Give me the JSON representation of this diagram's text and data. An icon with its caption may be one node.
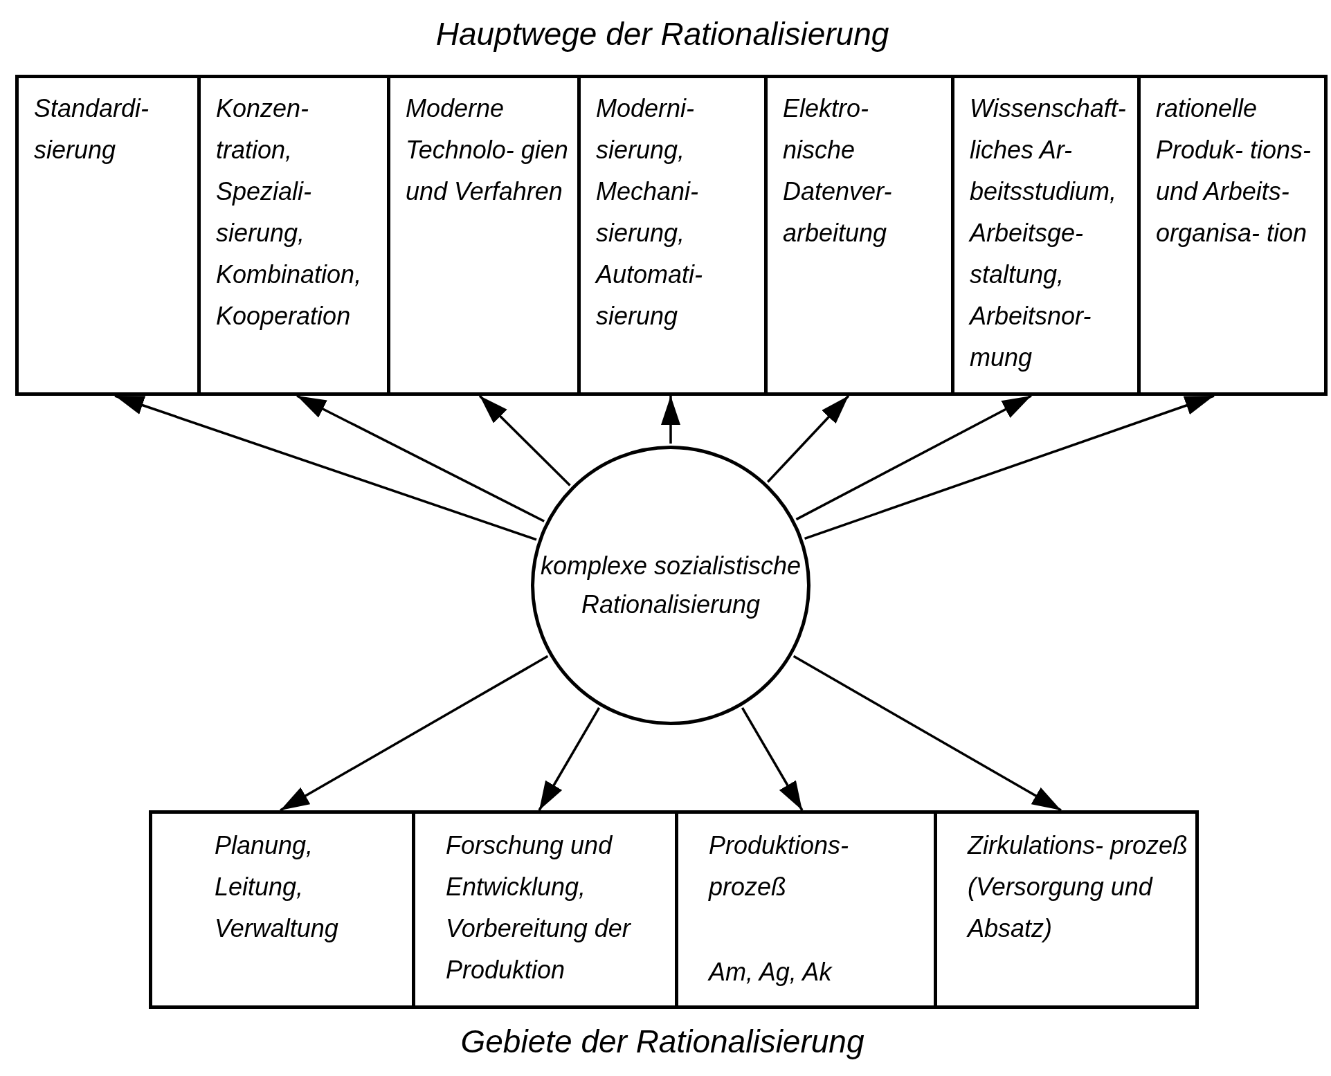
{
  "diagram": {
    "title": "Hauptwege der Rationalisierung",
    "caption": "Gebiete der Rationalisierung",
    "nodes": [
      {
        "text": [
          "Standardi- sierung"
        ]
      },
      {
        "text": [
          "Konzen- tration, Speziali- sierung, Kombination, Kooperation"
        ]
      },
      {
        "text": [
          "Moderne Technolo- gien und Verfahren"
        ]
      },
      {
        "text": [
          "Moderni- sierung, Mechani- sierung, Automati- sierung"
        ]
      },
      {
        "text": [
          "Elektro- nische Datenver- arbeitung"
        ]
      },
      {
        "text": [
          "Wissenschaft- liches Ar- beitsstudium, Arbeitsge- staltung, Arbeitsnor- mung"
        ]
      },
      {
        "text": [
          "rationelle Produk- tions-und Arbeits- organisa- tion"
        ]
      },
      {
        "text": [
          "komplexe sozialistische Rationalisierung"
        ]
      },
      {
        "text": [
          "Planung, Leitung, Verwaltung"
        ]
      },
      {
        "text": [
          "Forschung und Entwicklung, Vorbereitung der Produktion"
        ]
      },
      {
        "text": [
          "Produktions- prozeß",
          "Am, Ag, Ak"
        ]
      },
      {
        "text": [
          "Zirkulations- prozeß (Versorgung und Absatz)"
        ]
      }
    ],
    "edges": [
      {
        "from": 7,
        "to": 0,
        "arrow": "to"
      },
      {
        "from": 7,
        "to": 1,
        "arrow": "to"
      },
      {
        "from": 7,
        "to": 2,
        "arrow": "to"
      },
      {
        "from": 7,
        "to": 3,
        "arrow": "to"
      },
      {
        "from": 7,
        "to": 4,
        "arrow": "to"
      },
      {
        "from": 7,
        "to": 5,
        "arrow": "to"
      },
      {
        "from": 7,
        "to": 6,
        "arrow": "to"
      },
      {
        "from": 7,
        "to": 8,
        "arrow": "to"
      },
      {
        "from": 7,
        "to": 9,
        "arrow": "to"
      },
      {
        "from": 7,
        "to": 10,
        "arrow": "to"
      },
      {
        "from": 7,
        "to": 11,
        "arrow": "to"
      }
    ]
  }
}
